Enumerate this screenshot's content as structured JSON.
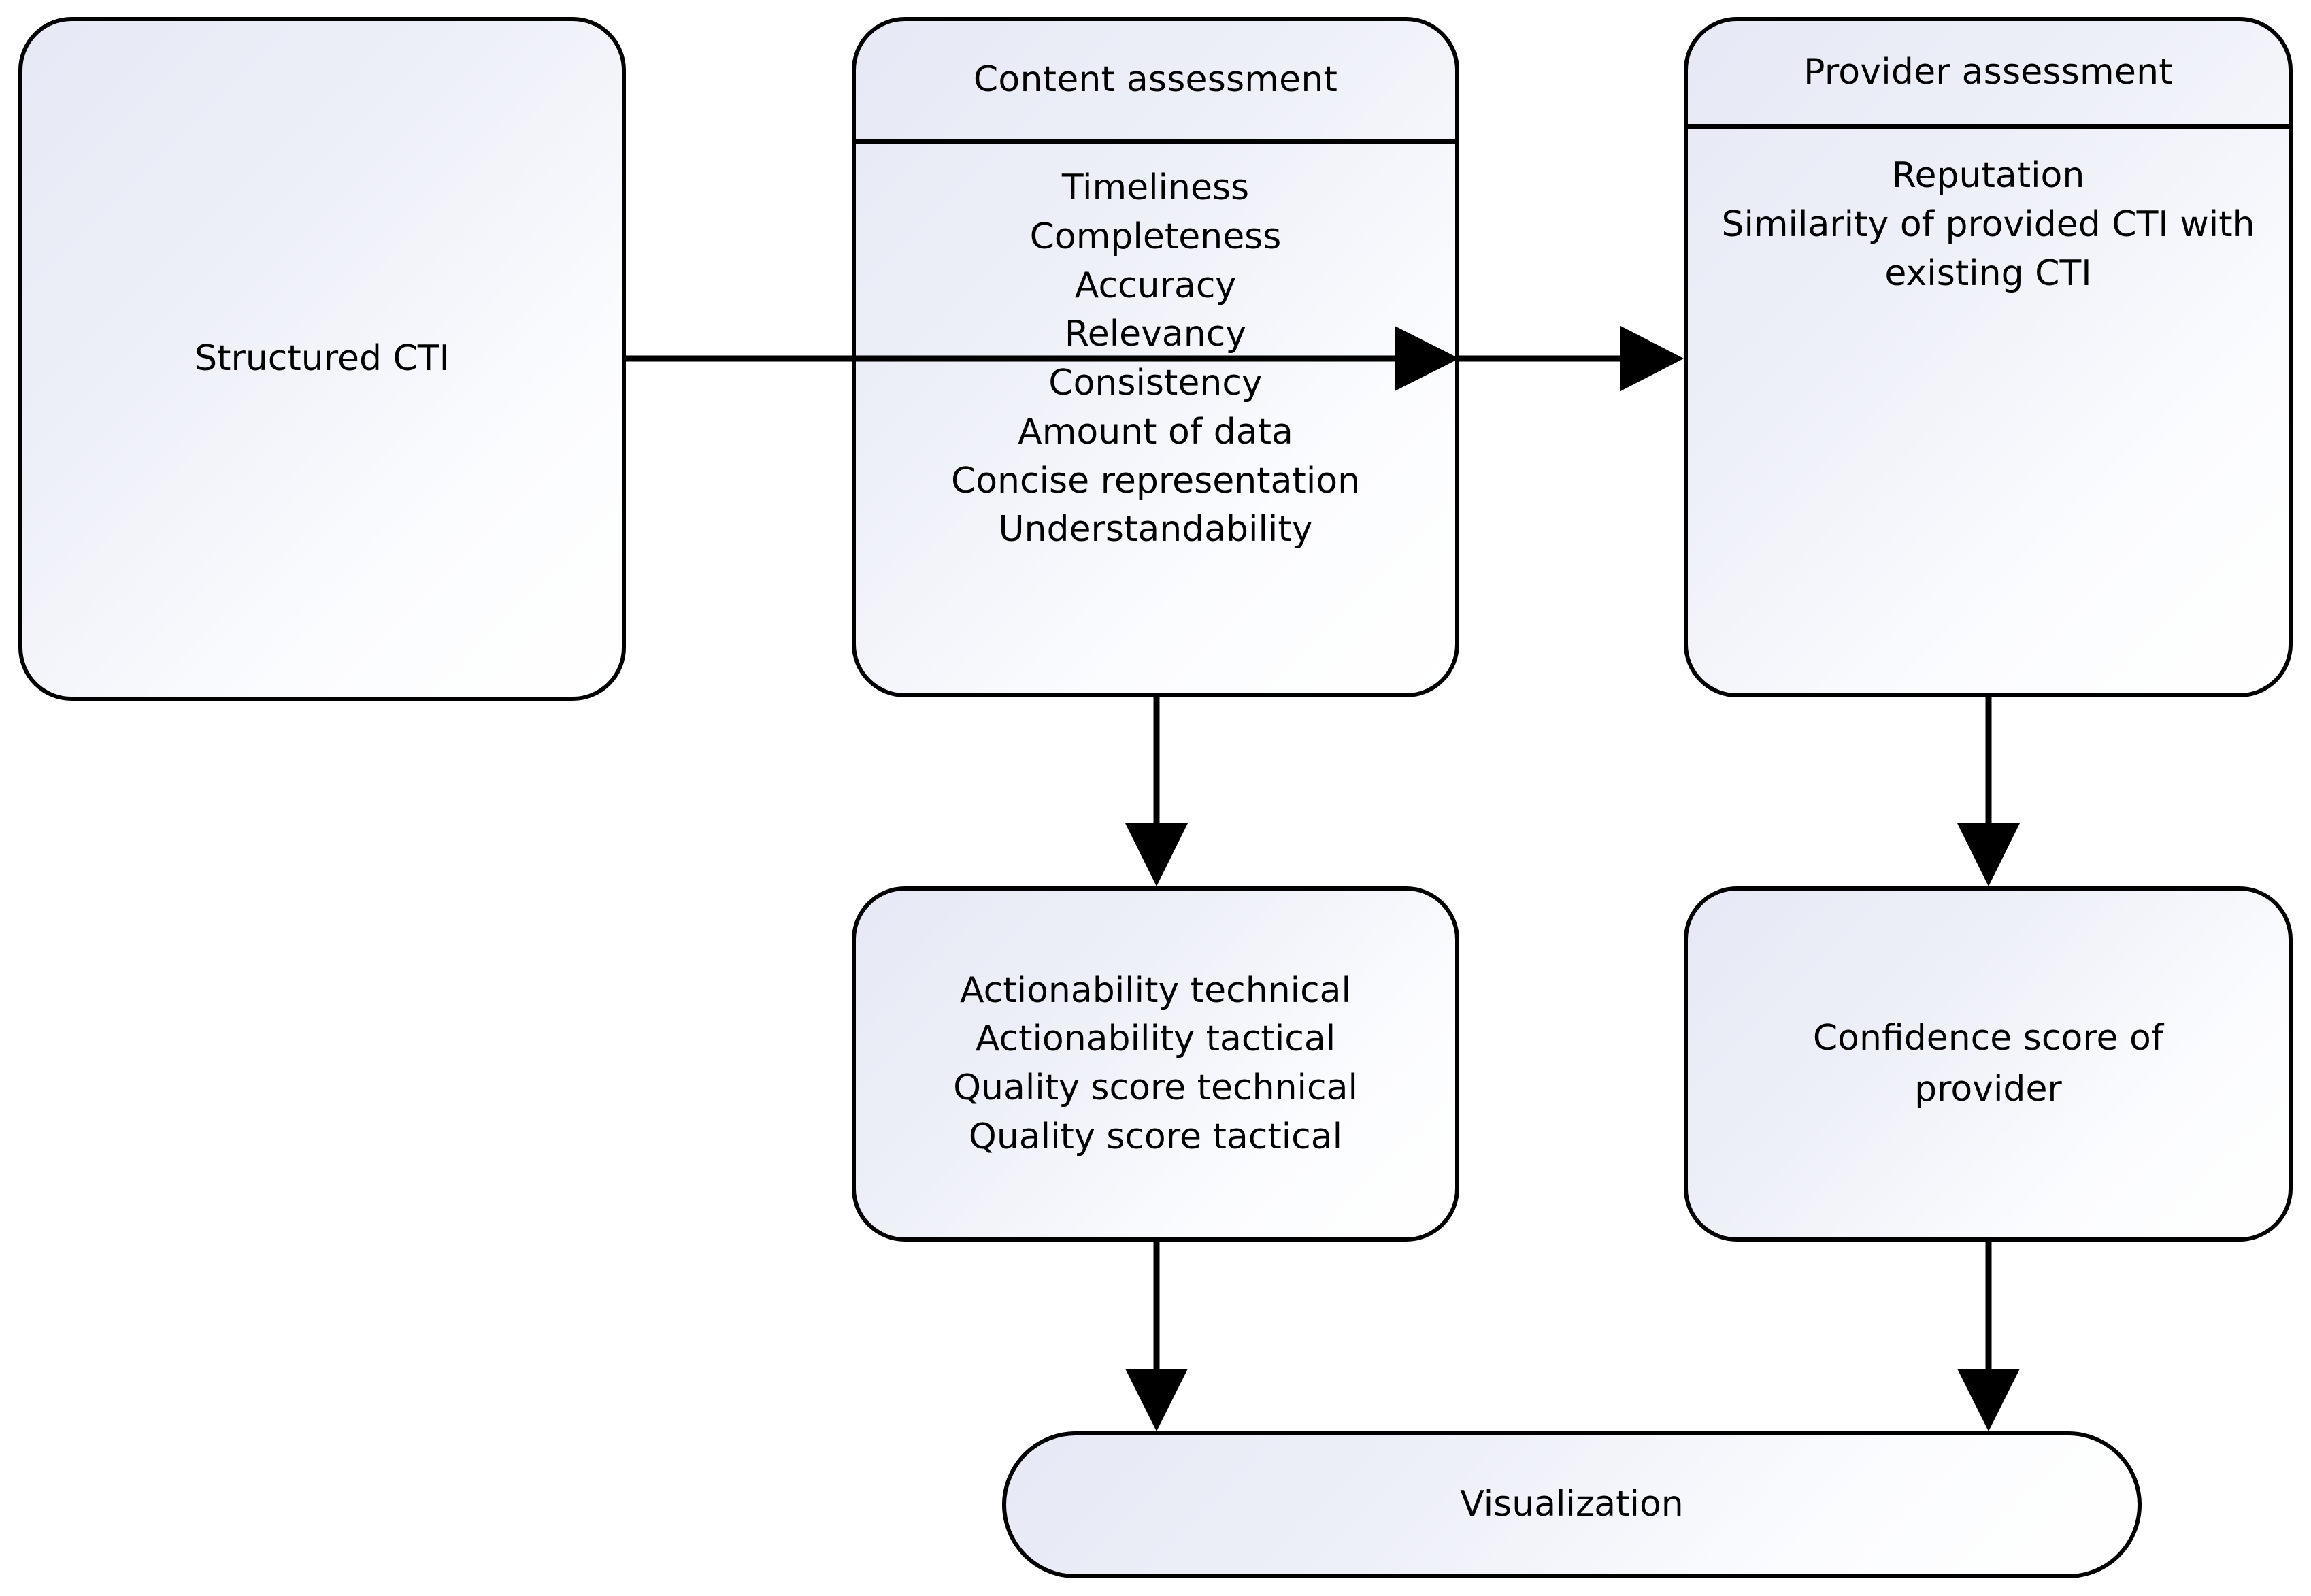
{
  "diagram": {
    "title": "CTI quality and provider assessment pipeline",
    "background_color": "#ffffff",
    "border_color": "#000000",
    "fill_gradient_from": "#e6e9f5",
    "fill_gradient_to": "#ffffff"
  },
  "nodes": {
    "structured_cti": {
      "label": "Structured CTI"
    },
    "content_assessment": {
      "header": "Content assessment",
      "items": [
        "Timeliness",
        "Completeness",
        "Accuracy",
        "Relevancy",
        "Consistency",
        "Amount of data",
        "Concise representation",
        "Understandability"
      ]
    },
    "provider_assessment": {
      "header": "Provider assessment",
      "items": [
        "Reputation",
        "Similarity of provided CTI with existing CTI"
      ]
    },
    "actionability_outputs": {
      "items": [
        "Actionability technical",
        "Actionability tactical",
        "Quality score technical",
        "Quality score tactical"
      ]
    },
    "confidence_output": {
      "label": "Confidence score of provider"
    },
    "visualization": {
      "label": "Visualization"
    }
  },
  "connectors": [
    {
      "name": "structured-cti-to-content-assessment",
      "direction": "right"
    },
    {
      "name": "content-assessment-to-provider-assessment",
      "direction": "right"
    },
    {
      "name": "content-assessment-to-actionability",
      "direction": "down"
    },
    {
      "name": "provider-assessment-to-confidence",
      "direction": "down"
    },
    {
      "name": "actionability-to-visualization",
      "direction": "down"
    },
    {
      "name": "confidence-to-visualization",
      "direction": "down"
    }
  ]
}
